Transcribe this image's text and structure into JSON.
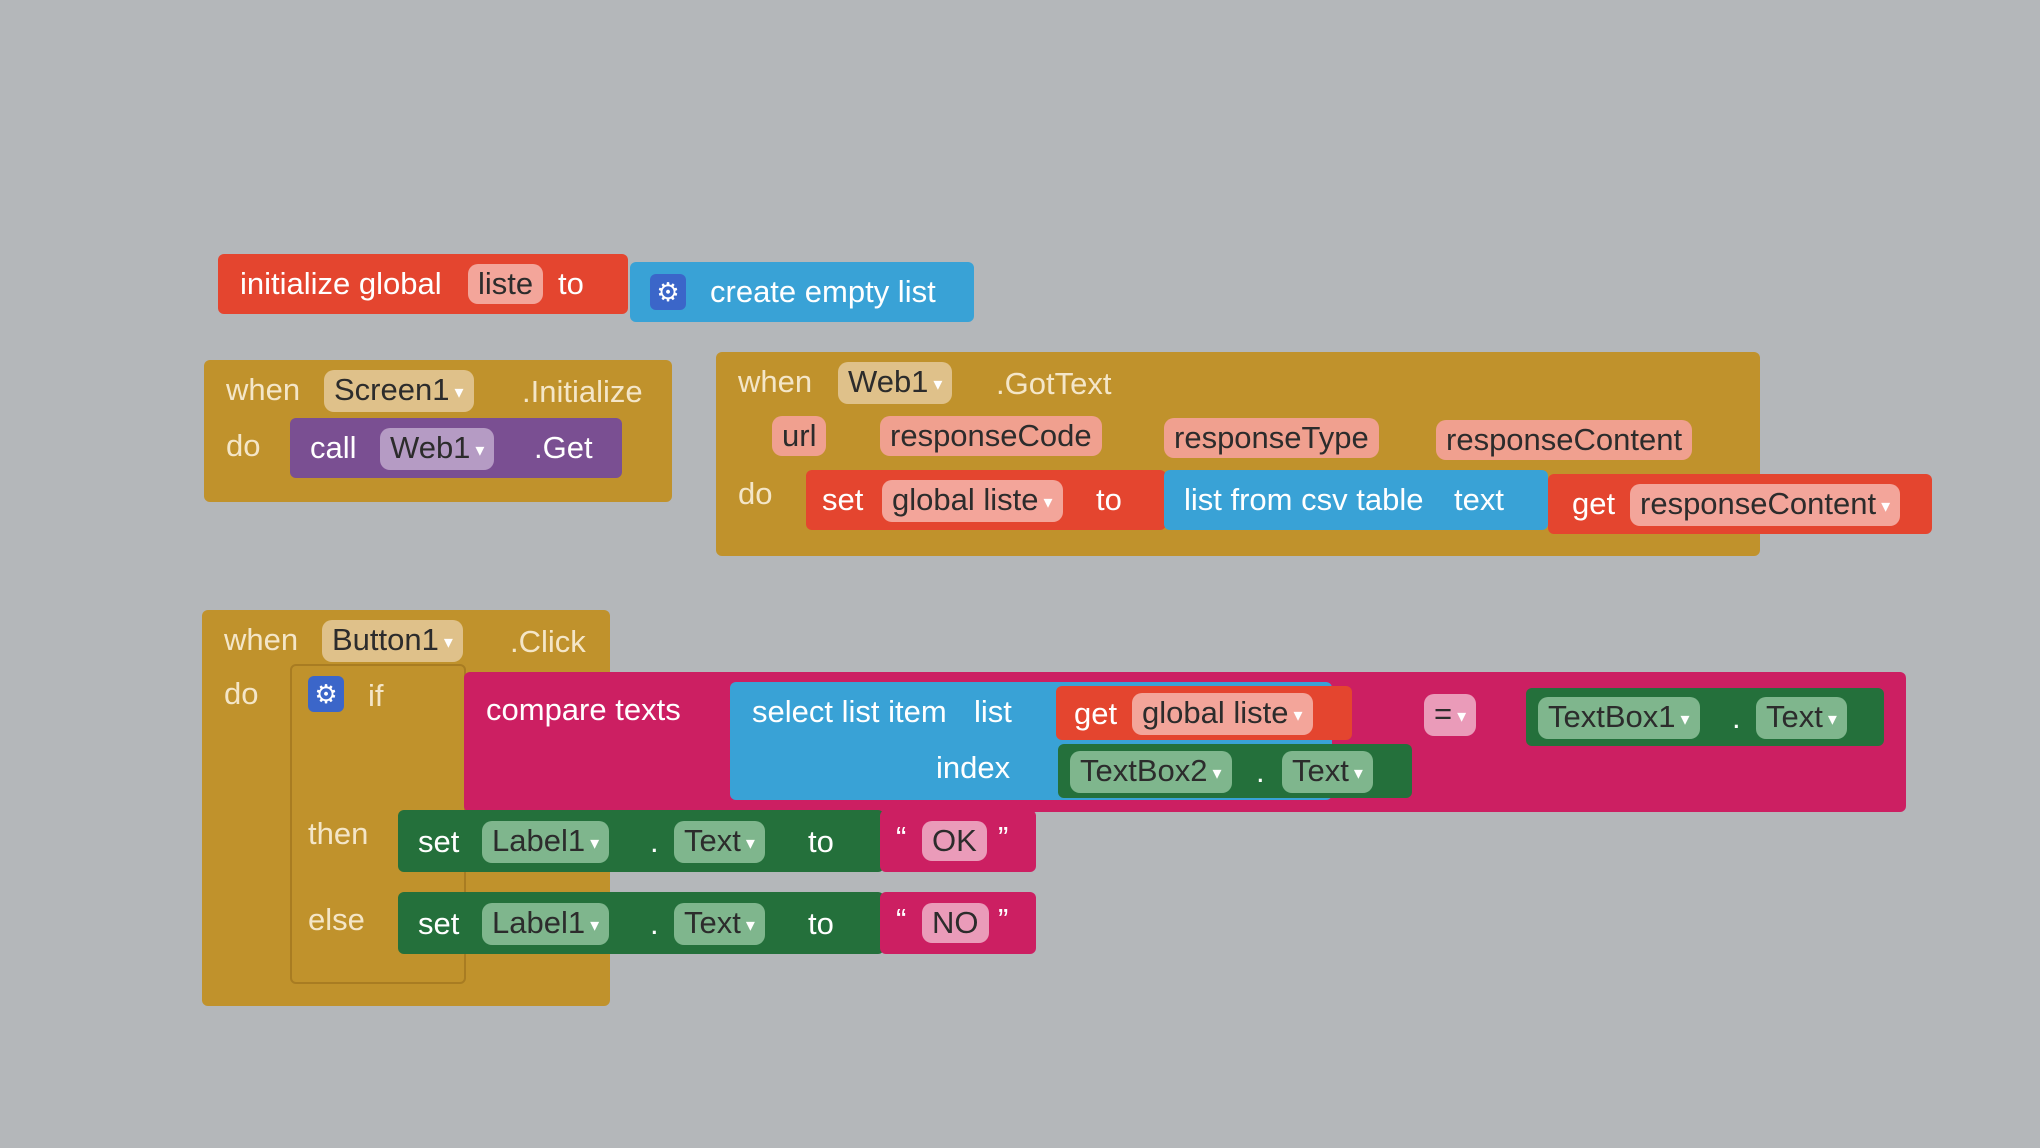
{
  "global_init": {
    "label_prefix": "initialize global",
    "var_name": "liste",
    "label_to": "to",
    "list_block": "create empty list",
    "gear_icon": "gear-icon"
  },
  "screen_init": {
    "when": "when",
    "component": "Screen1",
    "event": ".Initialize",
    "do": "do",
    "call": "call",
    "call_component": "Web1",
    "method": ".Get"
  },
  "gottext": {
    "when": "when",
    "component": "Web1",
    "event": ".GotText",
    "params": [
      "url",
      "responseCode",
      "responseType",
      "responseContent"
    ],
    "do": "do",
    "set": "set",
    "set_var": "global liste",
    "to": "to",
    "csv": "list from csv table",
    "csv_text": "text",
    "get": "get",
    "get_var": "responseContent"
  },
  "button_click": {
    "when": "when",
    "component": "Button1",
    "event": ".Click",
    "do": "do",
    "if": "if",
    "then": "then",
    "else": "else",
    "compare": "compare texts",
    "select_item": "select list item",
    "list_label": "list",
    "index_label": "index",
    "get": "get",
    "get_var": "global liste",
    "index_component": "TextBox2",
    "index_prop": "Text",
    "operator": "=",
    "right_component": "TextBox1",
    "right_prop": "Text",
    "dot": ".",
    "then_set": "set",
    "then_component": "Label1",
    "then_prop": "Text",
    "then_to": "to",
    "then_value": "OK",
    "else_set": "set",
    "else_component": "Label1",
    "else_prop": "Text",
    "else_to": "to",
    "else_value": "NO",
    "quote_open": "“",
    "quote_close": "”"
  },
  "colors": {
    "variables": "#e4452f",
    "lists": "#39a2d6",
    "control": "#c0922c",
    "procedures": "#7a4f92",
    "text": "#cc1f62",
    "components": "#24703b"
  }
}
